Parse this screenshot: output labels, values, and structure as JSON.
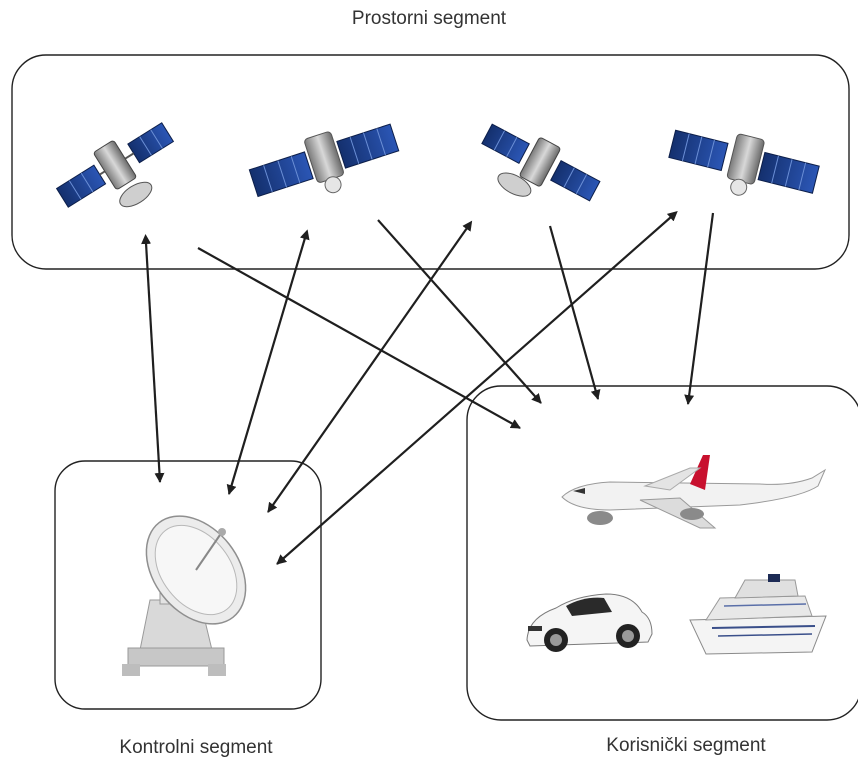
{
  "segments": {
    "space": {
      "label": "Prostorni segment"
    },
    "control": {
      "label": "Kontrolni segment"
    },
    "user": {
      "label": "Korisnički segment"
    }
  },
  "icons": {
    "satellites": [
      "satellite-icon",
      "satellite-icon",
      "satellite-icon",
      "satellite-icon"
    ],
    "ground_station": "satellite-dish-icon",
    "vehicles": [
      "airplane-icon",
      "car-icon",
      "cruise-ship-icon"
    ]
  },
  "colors": {
    "solar_panel": "#1d3f8f",
    "airplane_tail": "#c8102e",
    "outline": "#222222"
  }
}
